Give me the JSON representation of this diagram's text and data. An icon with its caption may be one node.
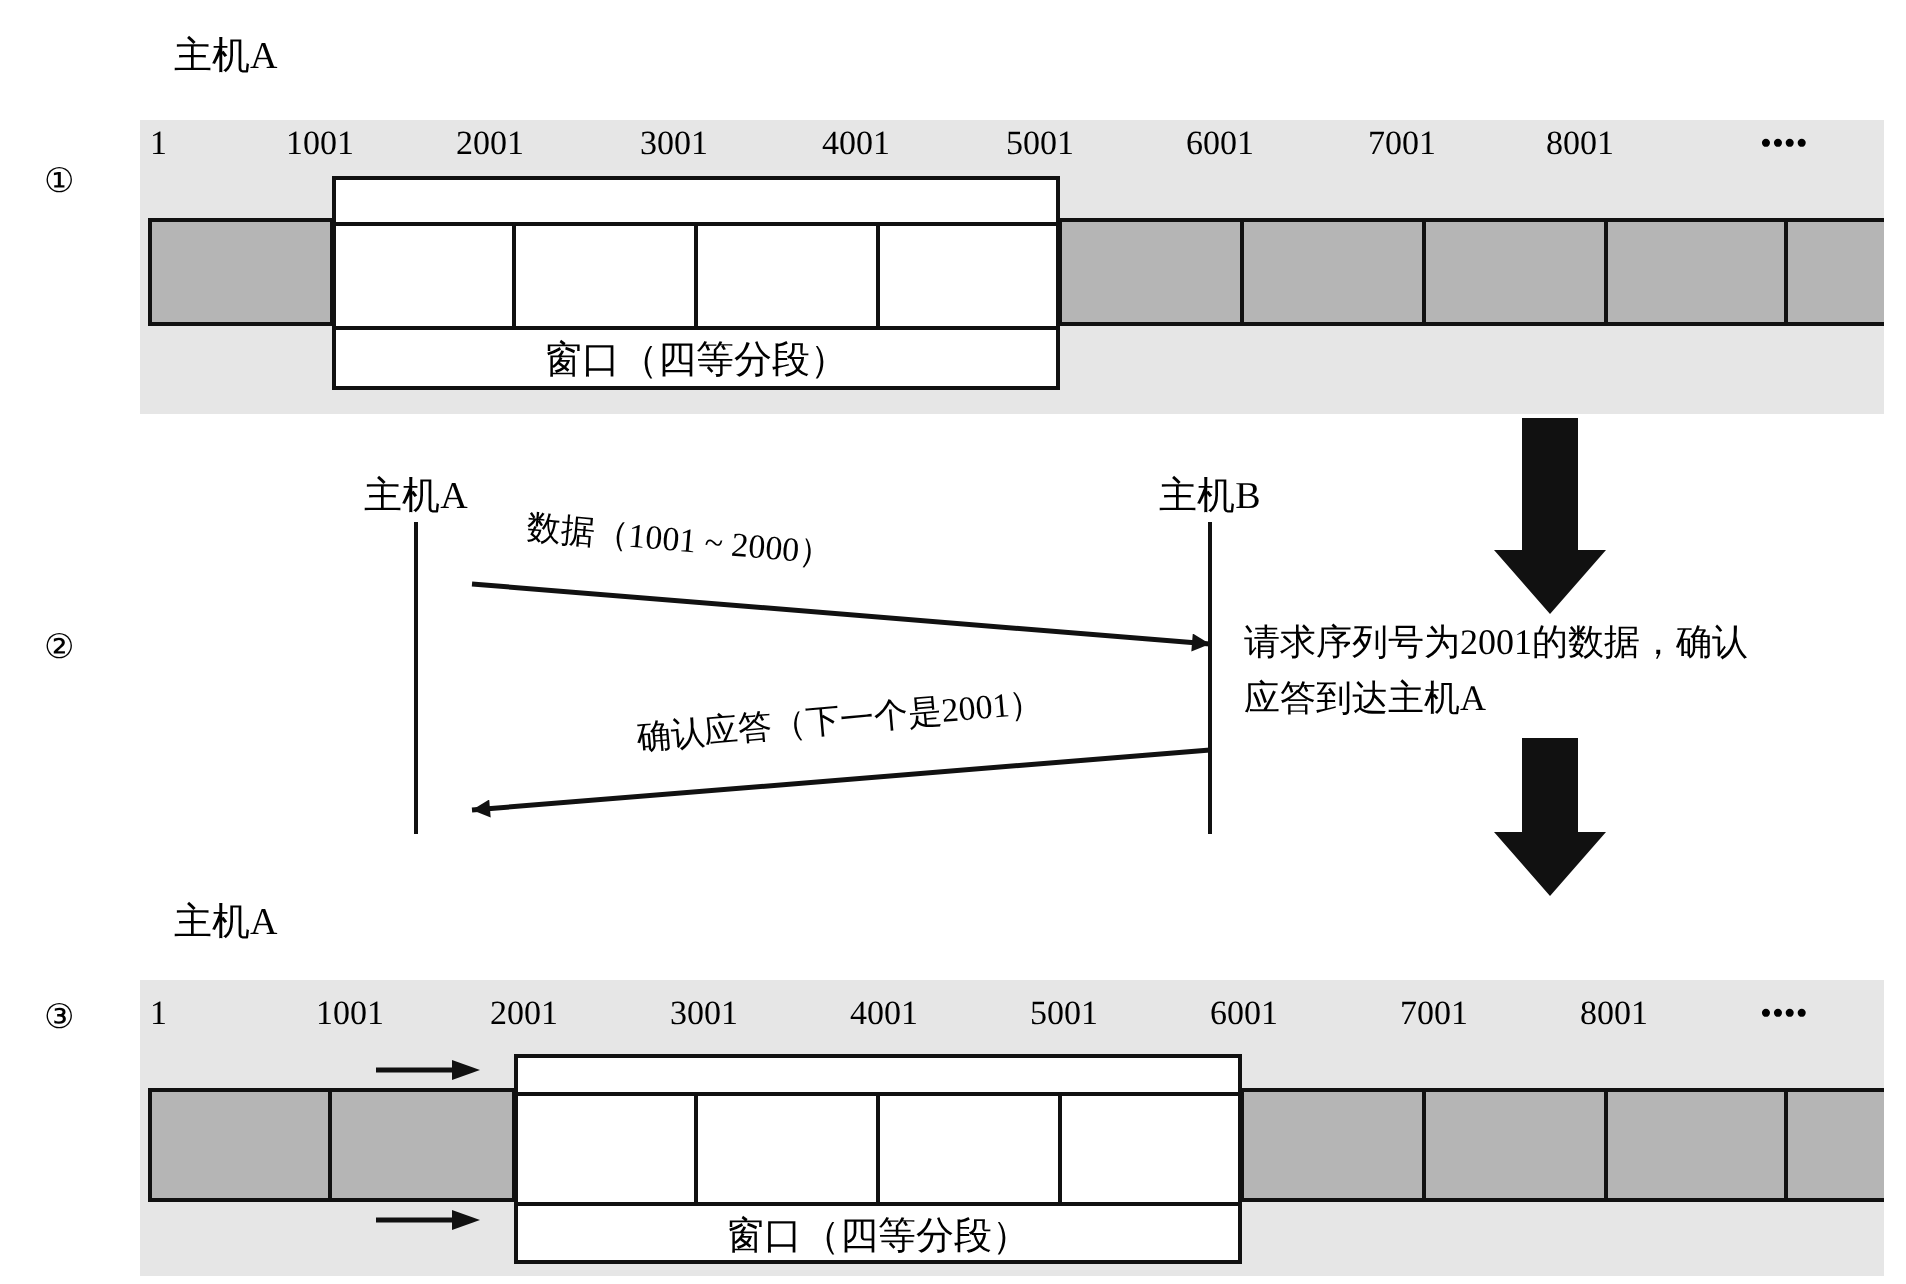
{
  "diagram": {
    "nodes": [
      {
        "text": [
          "主机A"
        ]
      },
      {
        "text": [
          "窗口（四等分段）"
        ],
        "in": 0
      },
      {
        "text": [
          "主机A"
        ]
      },
      {
        "text": [
          "主机B"
        ]
      },
      {
        "text": [
          "请求序列号为2001的数据，确认应答到达主机A"
        ]
      },
      {
        "text": [
          "主机A"
        ]
      },
      {
        "text": [
          "窗口（四等分段）"
        ],
        "in": 5
      }
    ],
    "edges": [
      {
        "from": 2,
        "to": 3,
        "arrow": "to",
        "label": "数据（1001 ~ 2000）"
      },
      {
        "from": 3,
        "to": 2,
        "arrow": "to",
        "label": "确认应答（下一个是2001）"
      },
      {
        "from": 0,
        "to": 4,
        "arrow": "to",
        "style": "thick"
      },
      {
        "from": 4,
        "to": 5,
        "arrow": "to",
        "style": "thick"
      }
    ],
    "labels": [
      "①",
      "1",
      "1001",
      "2001",
      "3001",
      "4001",
      "5001",
      "6001",
      "7001",
      "8001",
      "••••",
      "②",
      "③",
      "1",
      "1001",
      "2001",
      "3001",
      "4001",
      "5001",
      "6001",
      "7001",
      "8001",
      "••••"
    ]
  }
}
